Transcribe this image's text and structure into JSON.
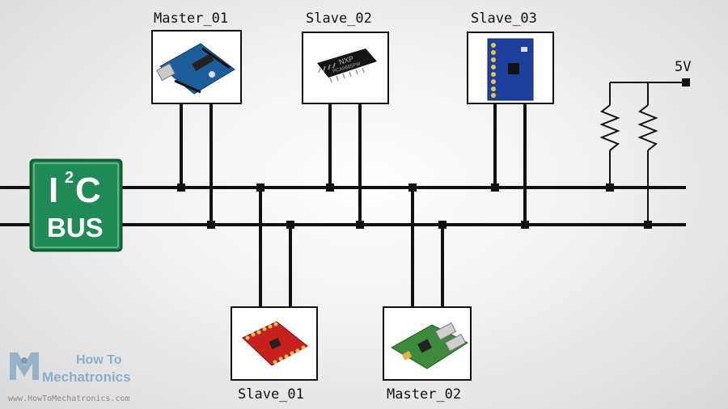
{
  "badge": {
    "line1": "I",
    "sup": "2",
    "line1b": "C",
    "line2": "BUS"
  },
  "supply": "5V",
  "devices": [
    {
      "id": "master01",
      "label": "Master_01",
      "image": "arduino-board"
    },
    {
      "id": "slave02",
      "label": "Slave_02",
      "image": "nxp-chip"
    },
    {
      "id": "slave03",
      "label": "Slave_03",
      "image": "sensor-module"
    },
    {
      "id": "slave01",
      "label": "Slave_01",
      "image": "sparkfun-breakout"
    },
    {
      "id": "master02",
      "label": "Master_02",
      "image": "raspberry-pi-board"
    }
  ],
  "chip_marking": {
    "brand": "NXP",
    "part": "PCA9685PW"
  },
  "watermark": {
    "line1": "How To",
    "line2": "Mechatronics",
    "url": "www.HowToMechatronics.com"
  },
  "colors": {
    "badge": "#1f8a55",
    "wire": "#111111",
    "board_blue": "#1b5e9b",
    "board_red": "#c8201f",
    "board_green": "#3d8a3c"
  }
}
